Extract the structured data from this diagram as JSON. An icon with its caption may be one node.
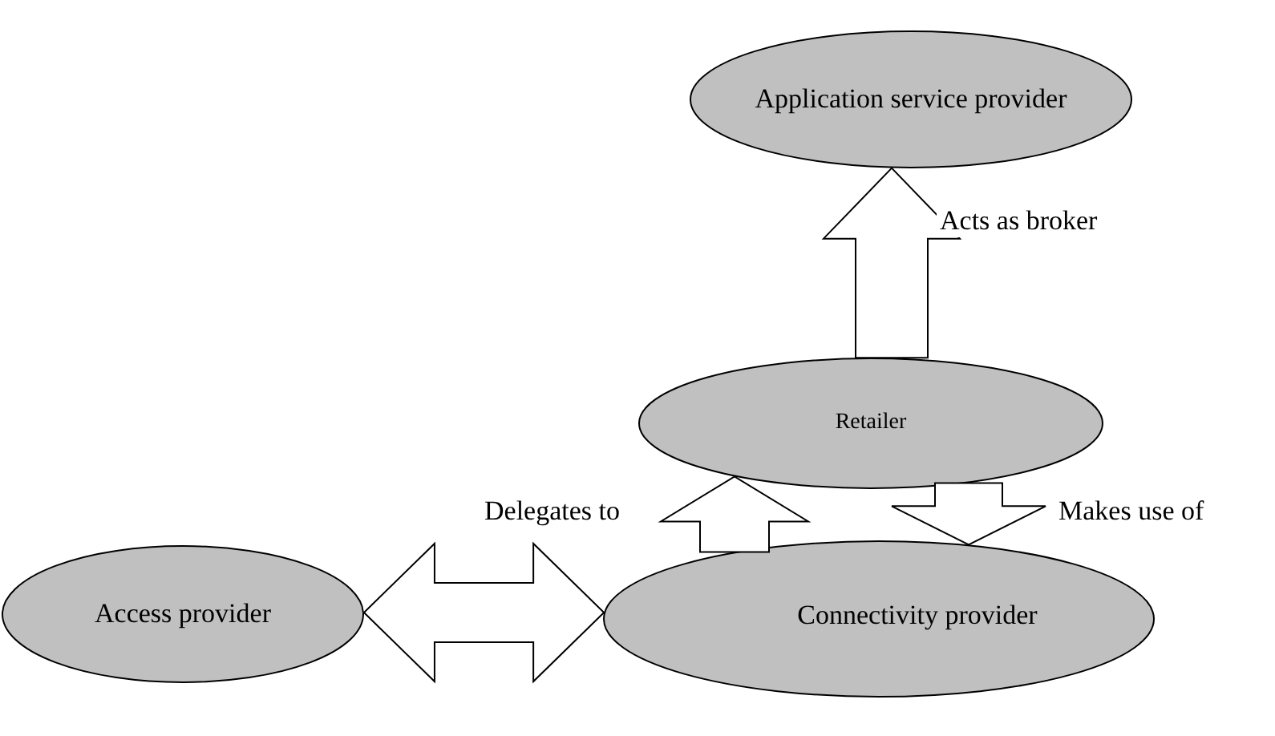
{
  "diagram": {
    "nodes": [
      {
        "text": [
          "Application service provider"
        ]
      },
      {
        "text": [
          "Retailer"
        ]
      },
      {
        "text": [
          "Access provider"
        ]
      },
      {
        "text": [
          "Connectivity provider"
        ]
      }
    ],
    "edges": [
      {
        "from": 1,
        "to": 0,
        "arrow": "to",
        "label": "Acts as broker"
      },
      {
        "from": 3,
        "to": 1,
        "arrow": "to",
        "label": "Delegates to"
      },
      {
        "from": 1,
        "to": 3,
        "arrow": "to",
        "label": "Makes use of"
      },
      {
        "from": 2,
        "to": 3,
        "arrow": "both"
      }
    ]
  }
}
